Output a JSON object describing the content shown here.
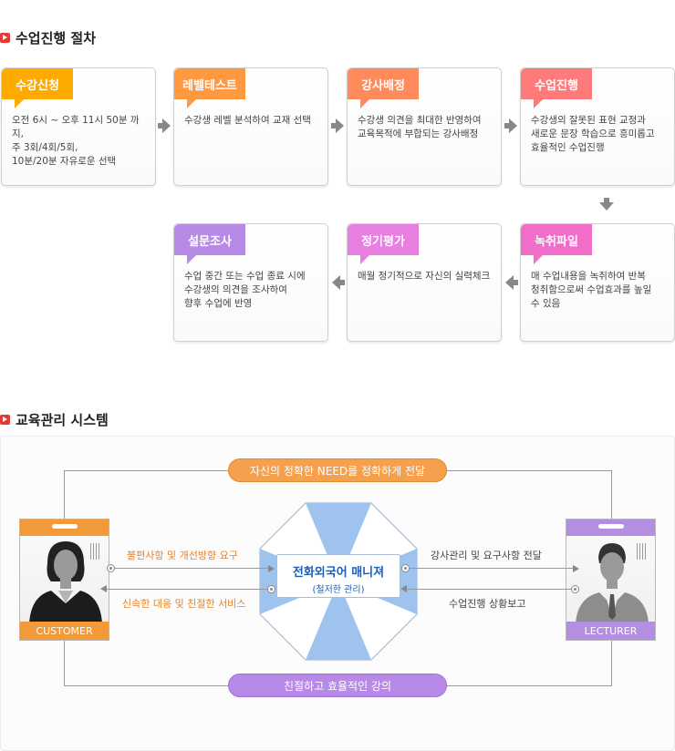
{
  "section1": {
    "title": "수업진행 절차"
  },
  "steps": [
    {
      "tag": "수강신청",
      "color": "#ffaa00",
      "text": "오전 6시 ~ 오후 11시 50분 까지,\n주 3회/4회/5회,\n10분/20분 자유로운 선택"
    },
    {
      "tag": "레벨테스트",
      "color": "#ff9940",
      "text": "수강생 레벨 분석하여 교재 선택"
    },
    {
      "tag": "강사배정",
      "color": "#ff8a5c",
      "text": "수강생 의견을 최대한 반영하여\n교육목적에 부합되는 강사배정"
    },
    {
      "tag": "수업진행",
      "color": "#ff7a7a",
      "text": "수강생의 잘못된 표현 교정과\n새로운 문장 학습으로 흥미롭고\n효율적인 수업진행"
    },
    {
      "tag": "녹취파일",
      "color": "#f06ec8",
      "text": "매 수업내용을 녹취하여 반복\n청취함으로써 수업효과를 높일\n수 있음"
    },
    {
      "tag": "정기평가",
      "color": "#e77fe0",
      "text": "매월 정기적으로 자신의 실력체크"
    },
    {
      "tag": "설문조사",
      "color": "#b88ae8",
      "text": "수업 중간 또는 수업 종료 시에\n수강생의 의견을 조사하여\n향후 수업에 반영"
    }
  ],
  "section2": {
    "title": "교육관리 시스템"
  },
  "system": {
    "top_pill": "자신의 정확한 NEED를 정확하게 전달",
    "bottom_pill": "친절하고 효율적인 강의",
    "customer_label": "CUSTOMER",
    "lecturer_label": "LECTURER",
    "manager_title": "전화외국어 매니져",
    "manager_sub": "(철저한 관리)",
    "left_top": "불편사항 및 개선방향 요구",
    "left_bottom": "신속한 대응 및 친절한 서비스",
    "right_top": "강사관리 및 요구사항 전달",
    "right_bottom": "수업진행 상황보고",
    "colors": {
      "orange": "#f29a3a",
      "purple": "#b48ee0",
      "pill_orange": "#f4a04c",
      "pill_purple": "#b88ae8",
      "blue": "#1a5fb4",
      "wedge": "#9ec3ee"
    }
  }
}
